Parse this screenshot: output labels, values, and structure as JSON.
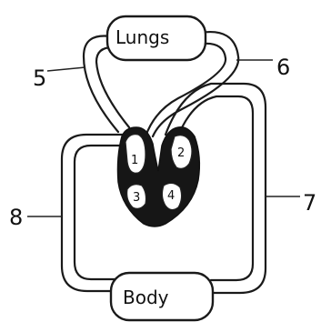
{
  "organs": {
    "top": "Lungs",
    "bottom": "Body"
  },
  "chambers": [
    "1",
    "2",
    "3",
    "4"
  ],
  "vessel_labels": [
    "5",
    "6",
    "7",
    "8"
  ]
}
